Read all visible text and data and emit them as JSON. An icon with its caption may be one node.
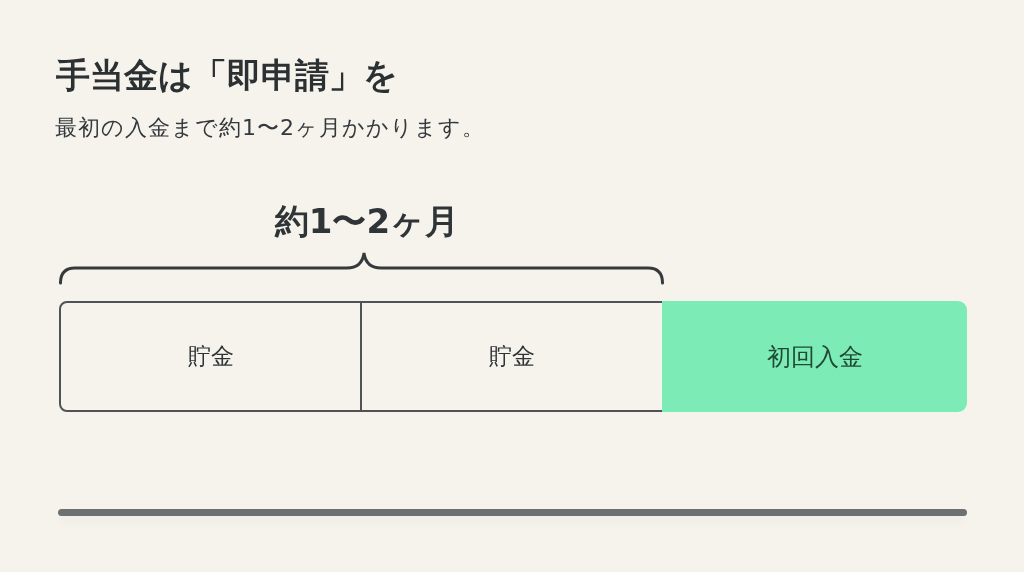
{
  "diagram": {
    "title": "手当金は「即申請」を",
    "nodes": [
      {
        "text": [
          "貯金"
        ]
      },
      {
        "text": [
          "貯金"
        ]
      },
      {
        "text": [
          "初回入金"
        ]
      }
    ],
    "labels": [
      "最初の入金まで約1〜2ヶ月かかります。",
      "約1〜2ヶ月"
    ]
  }
}
